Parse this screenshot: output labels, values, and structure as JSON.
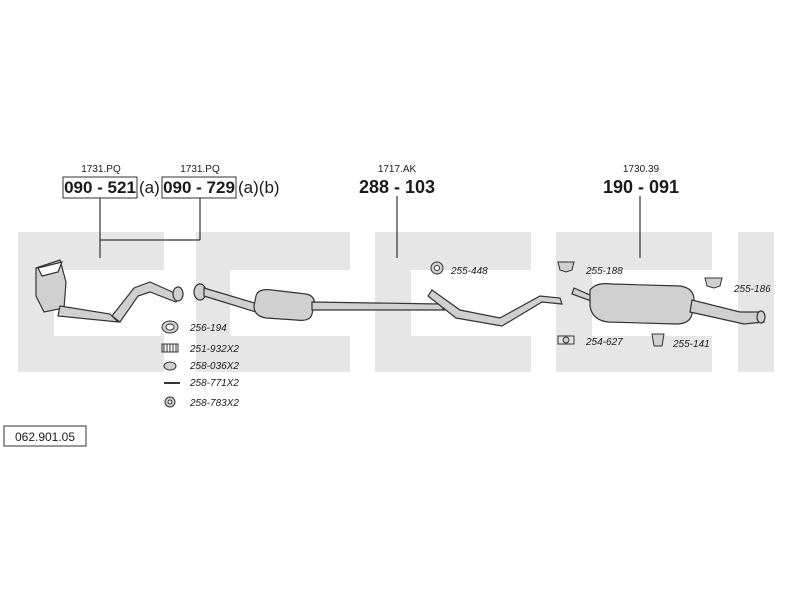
{
  "colors": {
    "band": "#e6e6e6",
    "line": "#333333",
    "part": "#d0d0d0",
    "text": "#1a1a1a"
  },
  "catalog_no": "062.901.05",
  "parts": [
    {
      "ref": "1731.PQ",
      "number": "090 - 521",
      "suffix": "(a)"
    },
    {
      "ref": "1731.PQ",
      "number": "090 - 729",
      "suffix": "(a)(b)"
    },
    {
      "ref": "1717.AK",
      "number": "288 - 103",
      "suffix": ""
    },
    {
      "ref": "1730.39",
      "number": "190 - 091",
      "suffix": ""
    }
  ],
  "accessories": [
    {
      "code": "256-194",
      "icon": "gasket-ring-icon"
    },
    {
      "code": "251-932X2",
      "icon": "spring-icon"
    },
    {
      "code": "258-036X2",
      "icon": "nut-icon"
    },
    {
      "code": "258-771X2",
      "icon": "bolt-icon"
    },
    {
      "code": "258-783X2",
      "icon": "washer-icon"
    },
    {
      "code": "255-448",
      "icon": "rubber-mount-icon"
    },
    {
      "code": "255-188",
      "icon": "bracket-icon"
    },
    {
      "code": "255-186",
      "icon": "bracket-icon"
    },
    {
      "code": "254-627",
      "icon": "clamp-icon"
    },
    {
      "code": "255-141",
      "icon": "hanger-icon"
    }
  ]
}
